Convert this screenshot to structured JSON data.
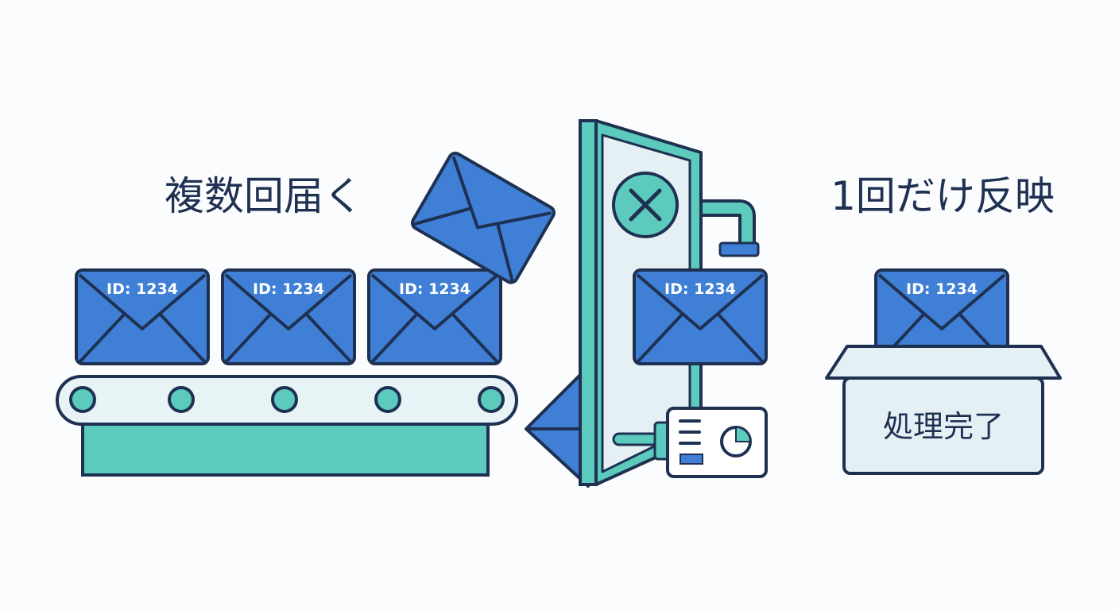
{
  "labels": {
    "left_title": "複数回届く",
    "right_title": "1回だけ反映",
    "box_label": "処理完了"
  },
  "message": {
    "id_label": "ID: 1234"
  },
  "icons": {
    "gate_mark": "x-circle-icon",
    "envelope": "envelope-icon",
    "box": "open-box-icon",
    "device": "log-device-icon"
  },
  "colors": {
    "navy": "#1f3152",
    "envelope_blue": "#3f7fd6",
    "teal": "#5ccbbd",
    "pale": "#e5f0f5",
    "background": "#fbfcfd"
  }
}
